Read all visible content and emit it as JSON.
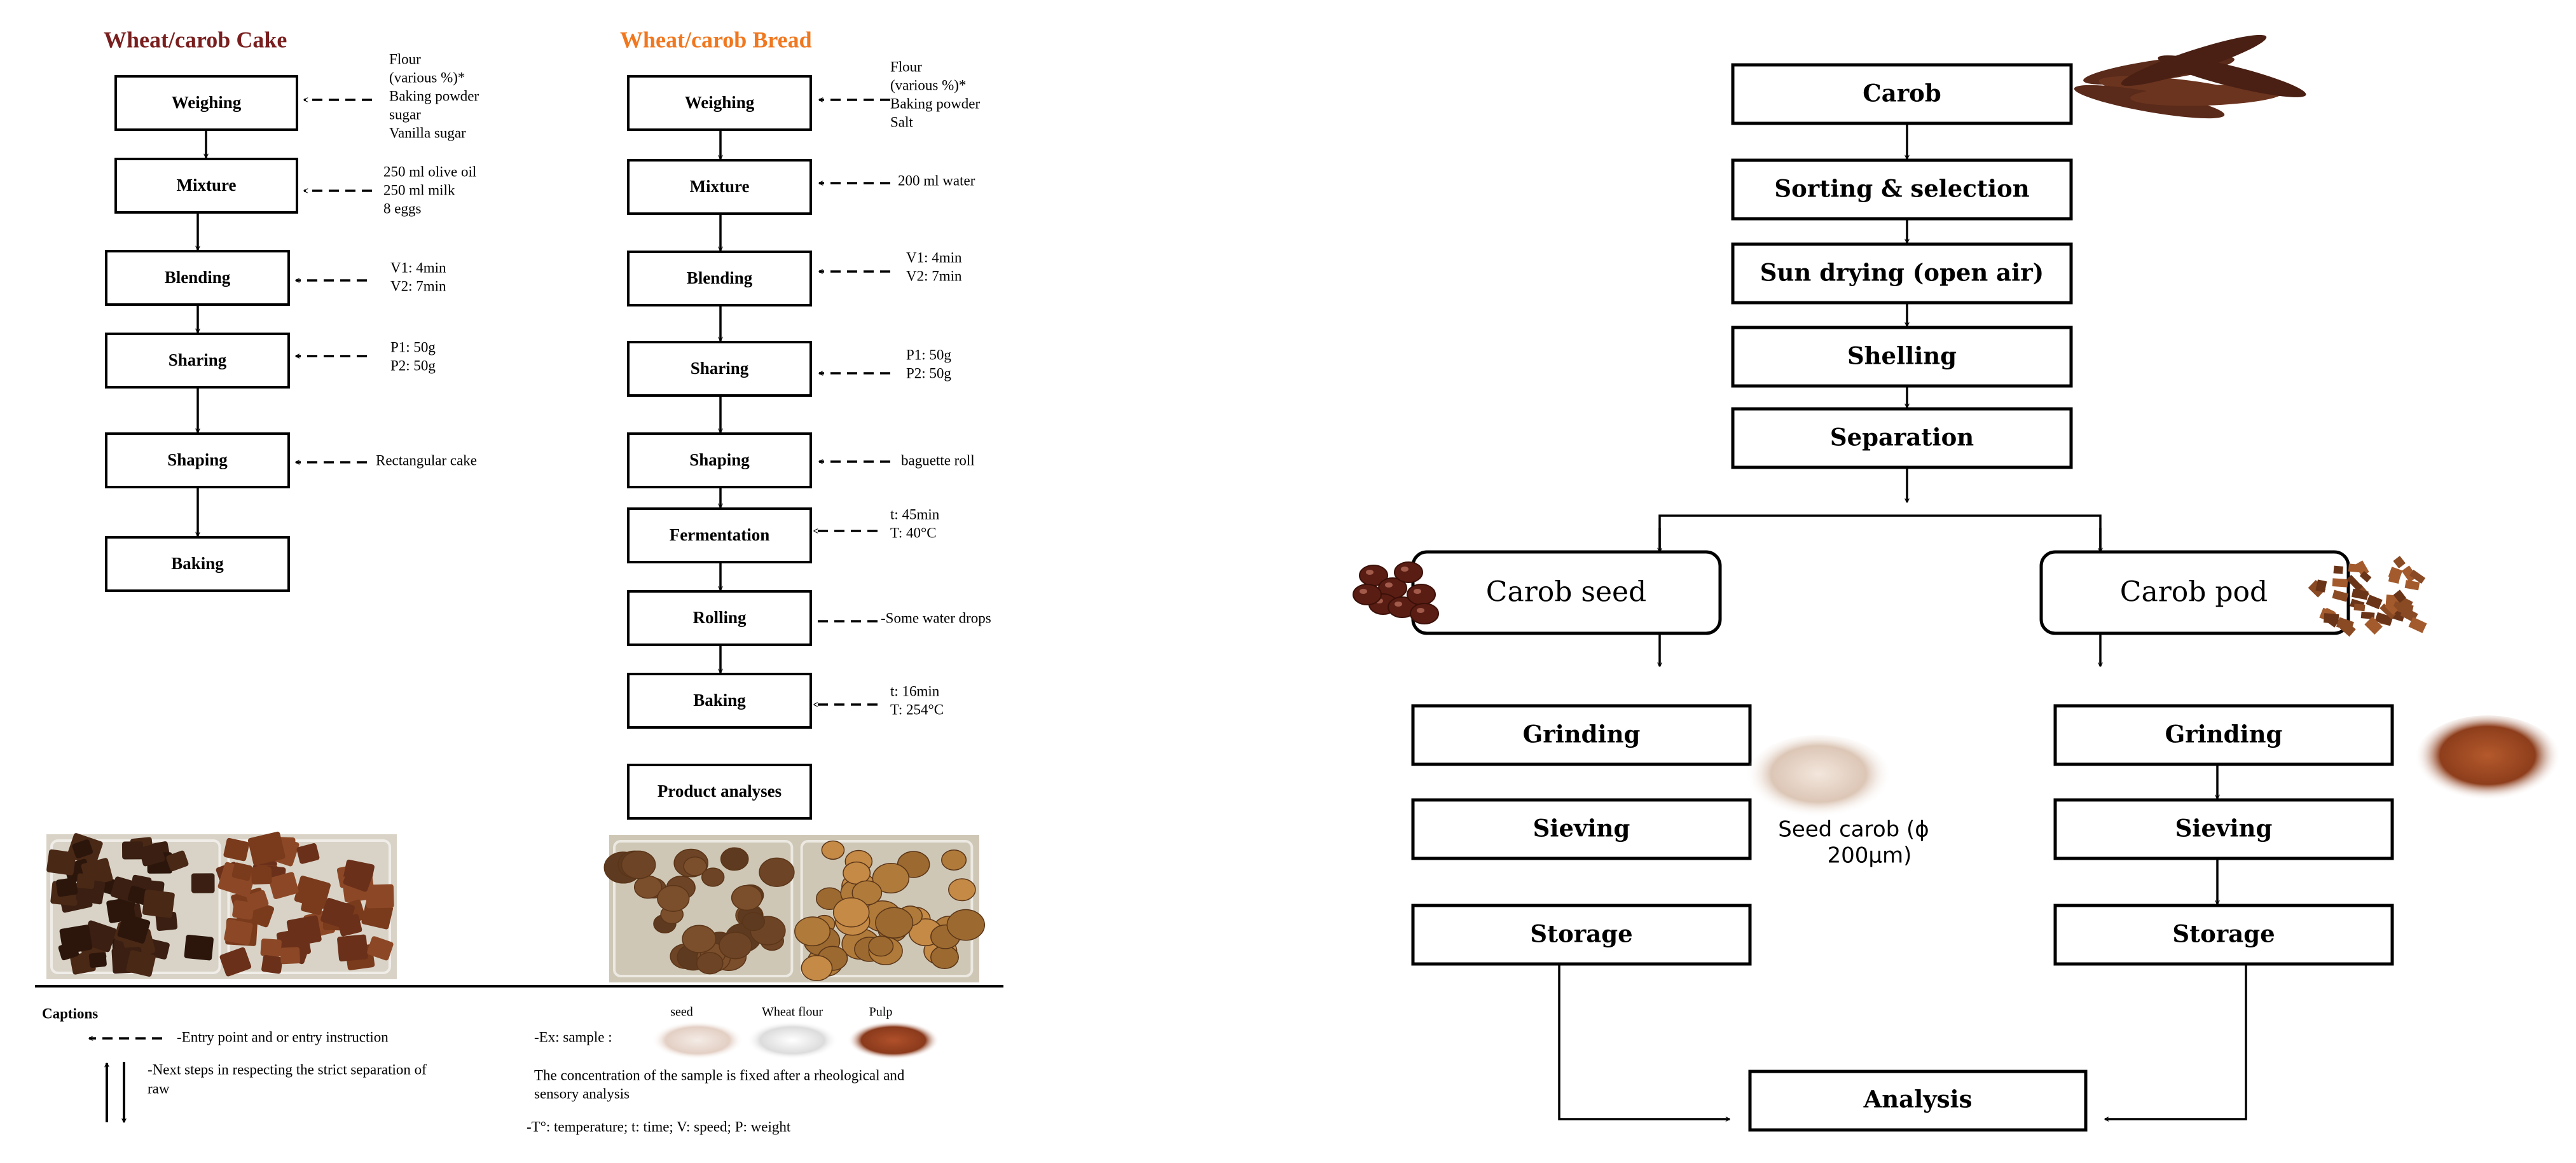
{
  "cake": {
    "title": "Wheat/carob Cake",
    "title_color": "#7a1f1f",
    "steps": [
      "Weighing",
      "Mixture",
      "Blending",
      "Sharing",
      "Shaping",
      "Baking"
    ],
    "inputs": {
      "weighing": [
        "Flour",
        "(various %)*",
        " Baking powder",
        "sugar",
        "Vanilla sugar"
      ],
      "mixture": [
        "250 ml olive oil",
        "250 ml milk",
        "8 eggs"
      ],
      "blending": [
        "V1: 4min",
        "V2: 7min"
      ],
      "sharing": [
        "P1: 50g",
        "P2: 50g"
      ],
      "shaping": [
        "Rectangular cake"
      ]
    }
  },
  "bread": {
    "title": "Wheat/carob Bread",
    "title_color": "#f07820",
    "steps": [
      "Weighing",
      "Mixture",
      "Blending",
      "Sharing",
      "Shaping",
      "Fermentation",
      "Rolling",
      "Baking",
      "Product analyses"
    ],
    "inputs": {
      "weighing": [
        "Flour",
        "(various %)*",
        "Baking powder",
        "Salt"
      ],
      "mixture": [
        "200 ml water"
      ],
      "blending": [
        "V1: 4min",
        "V2: 7min"
      ],
      "sharing": [
        "P1: 50g",
        "P2: 50g"
      ],
      "shaping": [
        "baguette roll"
      ],
      "fermentation": [
        "t: 45min",
        "T: 40°C"
      ],
      "rolling": [
        "-Some water drops"
      ],
      "baking": [
        "t: 16min",
        "T: 254°C"
      ]
    }
  },
  "captions": {
    "heading": "Captions",
    "entry": "-Entry point and or entry instruction",
    "next_steps": [
      "-Next steps in respecting the strict separation of",
      "raw"
    ],
    "sample_label": "-Ex: sample :",
    "sample_names": [
      "seed",
      "Wheat flour",
      "Pulp"
    ],
    "concentration": [
      "The concentration of the sample is fixed after a rheological and",
      "sensory analysis"
    ],
    "legend": "-T°: temperature; t: time; V: speed;  P: weight"
  },
  "carob": {
    "steps": [
      "Carob",
      "Sorting & selection",
      "Sun drying (open air)",
      "Shelling",
      "Separation"
    ],
    "seed_branch": "Carob seed",
    "pod_branch": "Carob pod",
    "seed_steps": [
      "Grinding",
      "Sieving",
      "Storage"
    ],
    "pod_steps": [
      "Grinding",
      "Sieving",
      "Storage"
    ],
    "seed_note": [
      "Seed carob (ϕ",
      "200µm)"
    ],
    "final": "Analysis"
  }
}
